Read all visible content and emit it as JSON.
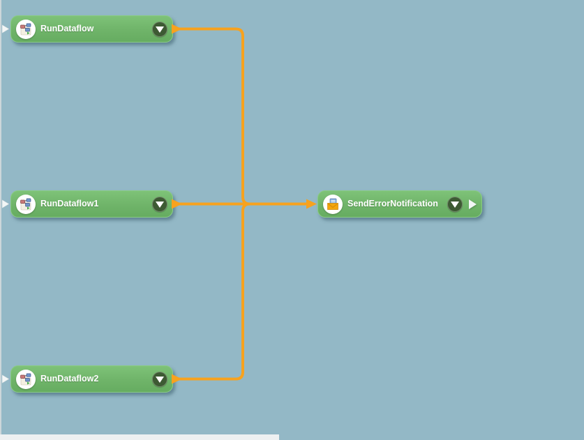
{
  "canvas": {
    "kind": "workflow-designer-canvas",
    "background_color": "#93b8c6",
    "connector_color": "#f7a21e",
    "node_color": "#6fb469",
    "dropdown_color": "#3d5a33",
    "label_color": "#ffffff"
  },
  "nodes": [
    {
      "label": "RunDataflow",
      "icon": "dataflow-task-icon",
      "dropdown": "chevron-down-icon",
      "input_port": "left",
      "output_port": "right-connected"
    },
    {
      "label": "RunDataflow1",
      "icon": "dataflow-task-icon",
      "dropdown": "chevron-down-icon",
      "input_port": "left",
      "output_port": "right-connected"
    },
    {
      "label": "RunDataflow2",
      "icon": "dataflow-task-icon",
      "dropdown": "chevron-down-icon",
      "input_port": "left",
      "output_port": "right-connected"
    },
    {
      "label": "SendErrorNotification",
      "icon": "send-mail-icon",
      "dropdown": "chevron-down-icon",
      "input_port": "left-connected",
      "output_port": "right"
    }
  ],
  "connections": [
    {
      "from": "RunDataflow",
      "to": "SendErrorNotification"
    },
    {
      "from": "RunDataflow1",
      "to": "SendErrorNotification"
    },
    {
      "from": "RunDataflow2",
      "to": "SendErrorNotification"
    }
  ]
}
